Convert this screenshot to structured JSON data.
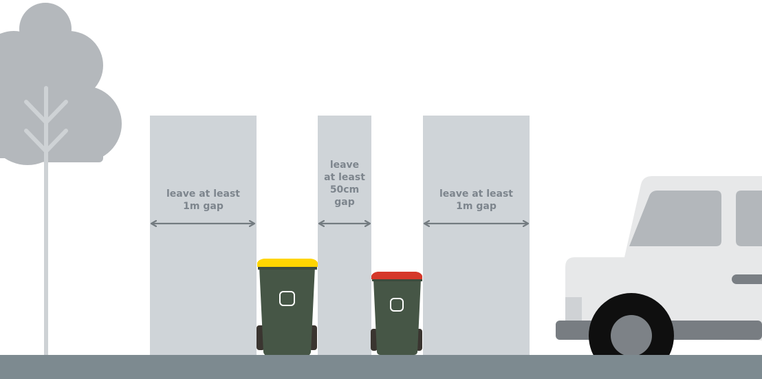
{
  "gaps": {
    "left": {
      "label": "leave at least\n1m gap"
    },
    "middle": {
      "label": "leave\nat least\n50cm\ngap"
    },
    "right": {
      "label": "leave at least\n1m gap"
    }
  },
  "bins": {
    "yellow": {
      "lid_color": "#ffd500"
    },
    "red": {
      "lid_color": "#d5382a"
    },
    "body_color": "#465646",
    "wheel_color": "#3a3530"
  },
  "colors": {
    "gap_zone": "#cfd4d8",
    "arrow": "#737b80",
    "tree": "#b4b8bc",
    "ground": "#7d8a90",
    "car_body": "#e7e8e9",
    "car_window": "#b3b7bb",
    "tire": "#0f0f0f",
    "hub": "#7d8287"
  }
}
